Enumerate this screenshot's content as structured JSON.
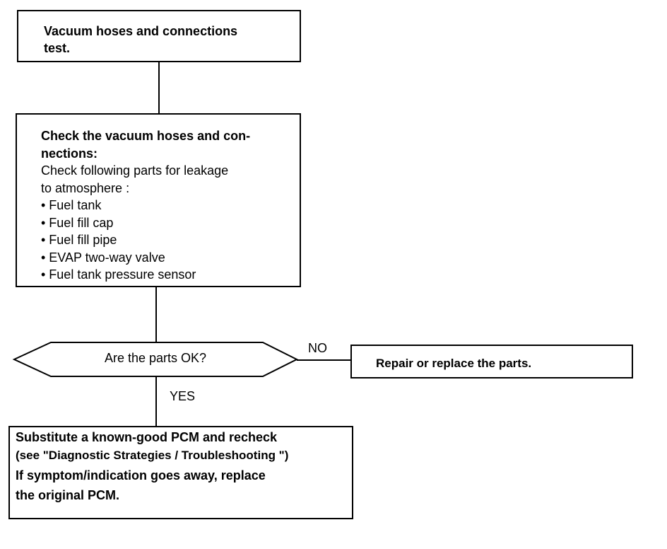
{
  "start_box": {
    "line1": "Vacuum hoses and connections",
    "line2": "test."
  },
  "check_box": {
    "heading_line1": "Check the vacuum hoses and con-",
    "heading_line2": "nections:",
    "body_line1": "Check following parts for leakage",
    "body_line2": "to atmosphere :",
    "items": [
      "• Fuel tank",
      "• Fuel fill cap",
      "• Fuel fill pipe",
      "• EVAP two-way valve",
      "• Fuel tank pressure sensor"
    ]
  },
  "decision": {
    "question": "Are the parts OK?",
    "no_label": "NO",
    "yes_label": "YES"
  },
  "repair_box": {
    "text": "Repair or replace the parts."
  },
  "pcm_box": {
    "line1": "Substitute a known-good PCM and recheck",
    "line2": "(see \"Diagnostic Strategies / Troubleshooting \")",
    "line3": "If symptom/indication goes away, replace",
    "line4": "the original PCM."
  }
}
